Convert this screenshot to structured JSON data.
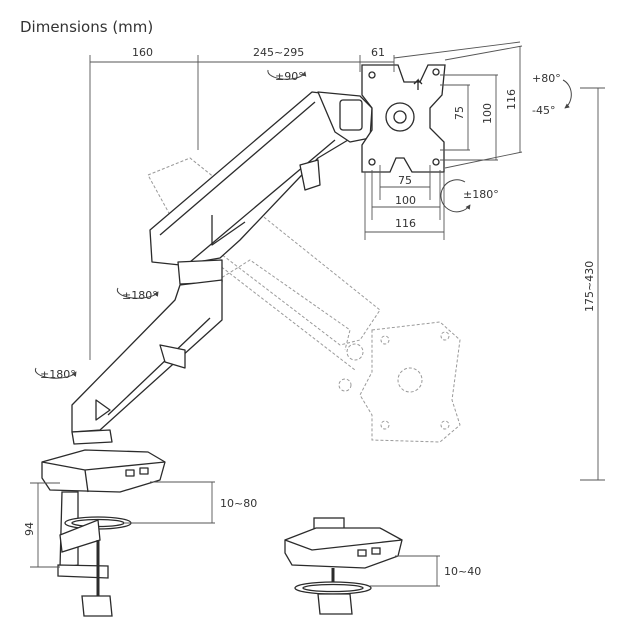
{
  "title": "Dimensions (mm)",
  "dims": {
    "arm_offset": "160",
    "arm_reach": "245~295",
    "plate_depth": "61",
    "vesa_inner_v": "75",
    "vesa_mid_v": "100",
    "vesa_outer_v": "116",
    "vesa_inner_h": "75",
    "vesa_mid_h": "100",
    "vesa_outer_h": "116",
    "height_range": "175~430",
    "clamp_height": "94",
    "clamp_range": "10~80",
    "grommet_range": "10~40"
  },
  "rotations": {
    "head_swivel": "±90°",
    "tilt_up": "+80°",
    "tilt_down": "-45°",
    "rotation": "±180°",
    "elbow": "±180°",
    "base": "±180°"
  },
  "colors": {
    "line": "#2b2b2b",
    "dim": "#555555",
    "dash": "#9a9a9a"
  }
}
